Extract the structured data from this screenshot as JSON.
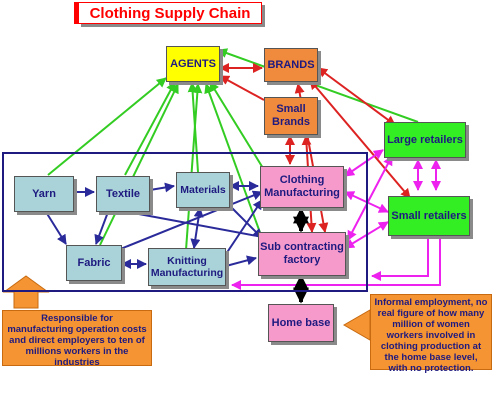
{
  "title": "Clothing Supply Chain",
  "nodes": {
    "agents": "AGENTS",
    "brands": "BRANDS",
    "small_brands": "Small Brands",
    "large_retailers": "Large retailers",
    "small_retailers": "Small retailers",
    "yarn": "Yarn",
    "textile": "Textile",
    "materials": "Materials",
    "clothing_manufacturing": "Clothing Manufacturing",
    "fabric": "Fabric",
    "knitting_manufacturing": "Knitting Manufacturing",
    "sub_contracting_factory": "Sub contracting factory",
    "home_base": "Home base"
  },
  "notes": {
    "left": "Responsible for manufacturing operation costs and direct employers to ten of millions workers in the industries",
    "right": "Informal employment, no real figure of how many million of women workers involved in clothing production at the home base level, with no protection."
  },
  "colors": {
    "agents": "#ffff00",
    "brands": "#f08a3c",
    "retailers": "#33ee22",
    "raw": "#a9d3d8",
    "pink": "#f59acb",
    "note": "#f59433",
    "frame": "#1e1a80",
    "green_arrow": "#33cc22",
    "red_arrow": "#dd2222",
    "blue_arrow": "#2a2a9a",
    "magenta_arrow": "#ee22ee",
    "black_arrow": "#000000"
  }
}
